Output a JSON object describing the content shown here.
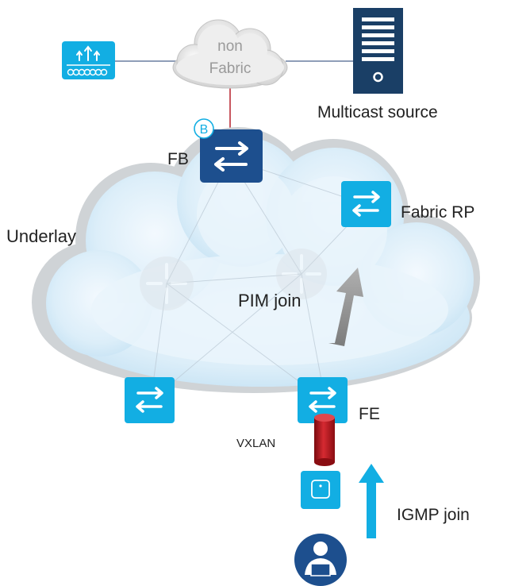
{
  "labels": {
    "non_fabric_line1": "non",
    "non_fabric_line2": "Fabric",
    "multicast_source": "Multicast source",
    "fabric_border": "FB",
    "border_badge": "B",
    "underlay": "Underlay",
    "fabric_rp": "Fabric RP",
    "pim_join": "PIM join",
    "fabric_edge": "FE",
    "vxlan": "VXLAN",
    "igmp_join": "IGMP join"
  },
  "icons": {
    "wlc": "wireless-controller-icon",
    "server": "server-icon",
    "border_switch": "switch-icon",
    "rp_switch": "switch-icon",
    "left_switch": "switch-icon",
    "edge_switch": "switch-icon",
    "router": "router-icon",
    "access_point": "access-point-icon",
    "user": "user-laptop-icon"
  },
  "colors": {
    "switch_cyan": "#12aee3",
    "border_navy": "#1d4f8e",
    "server_navy": "#1a3f66",
    "vxlan_red": "#b3141b",
    "igmp_arrow": "#12aee3",
    "pim_arrow": "#8c8c8c",
    "cloud_fill": "#e3f2fb"
  }
}
